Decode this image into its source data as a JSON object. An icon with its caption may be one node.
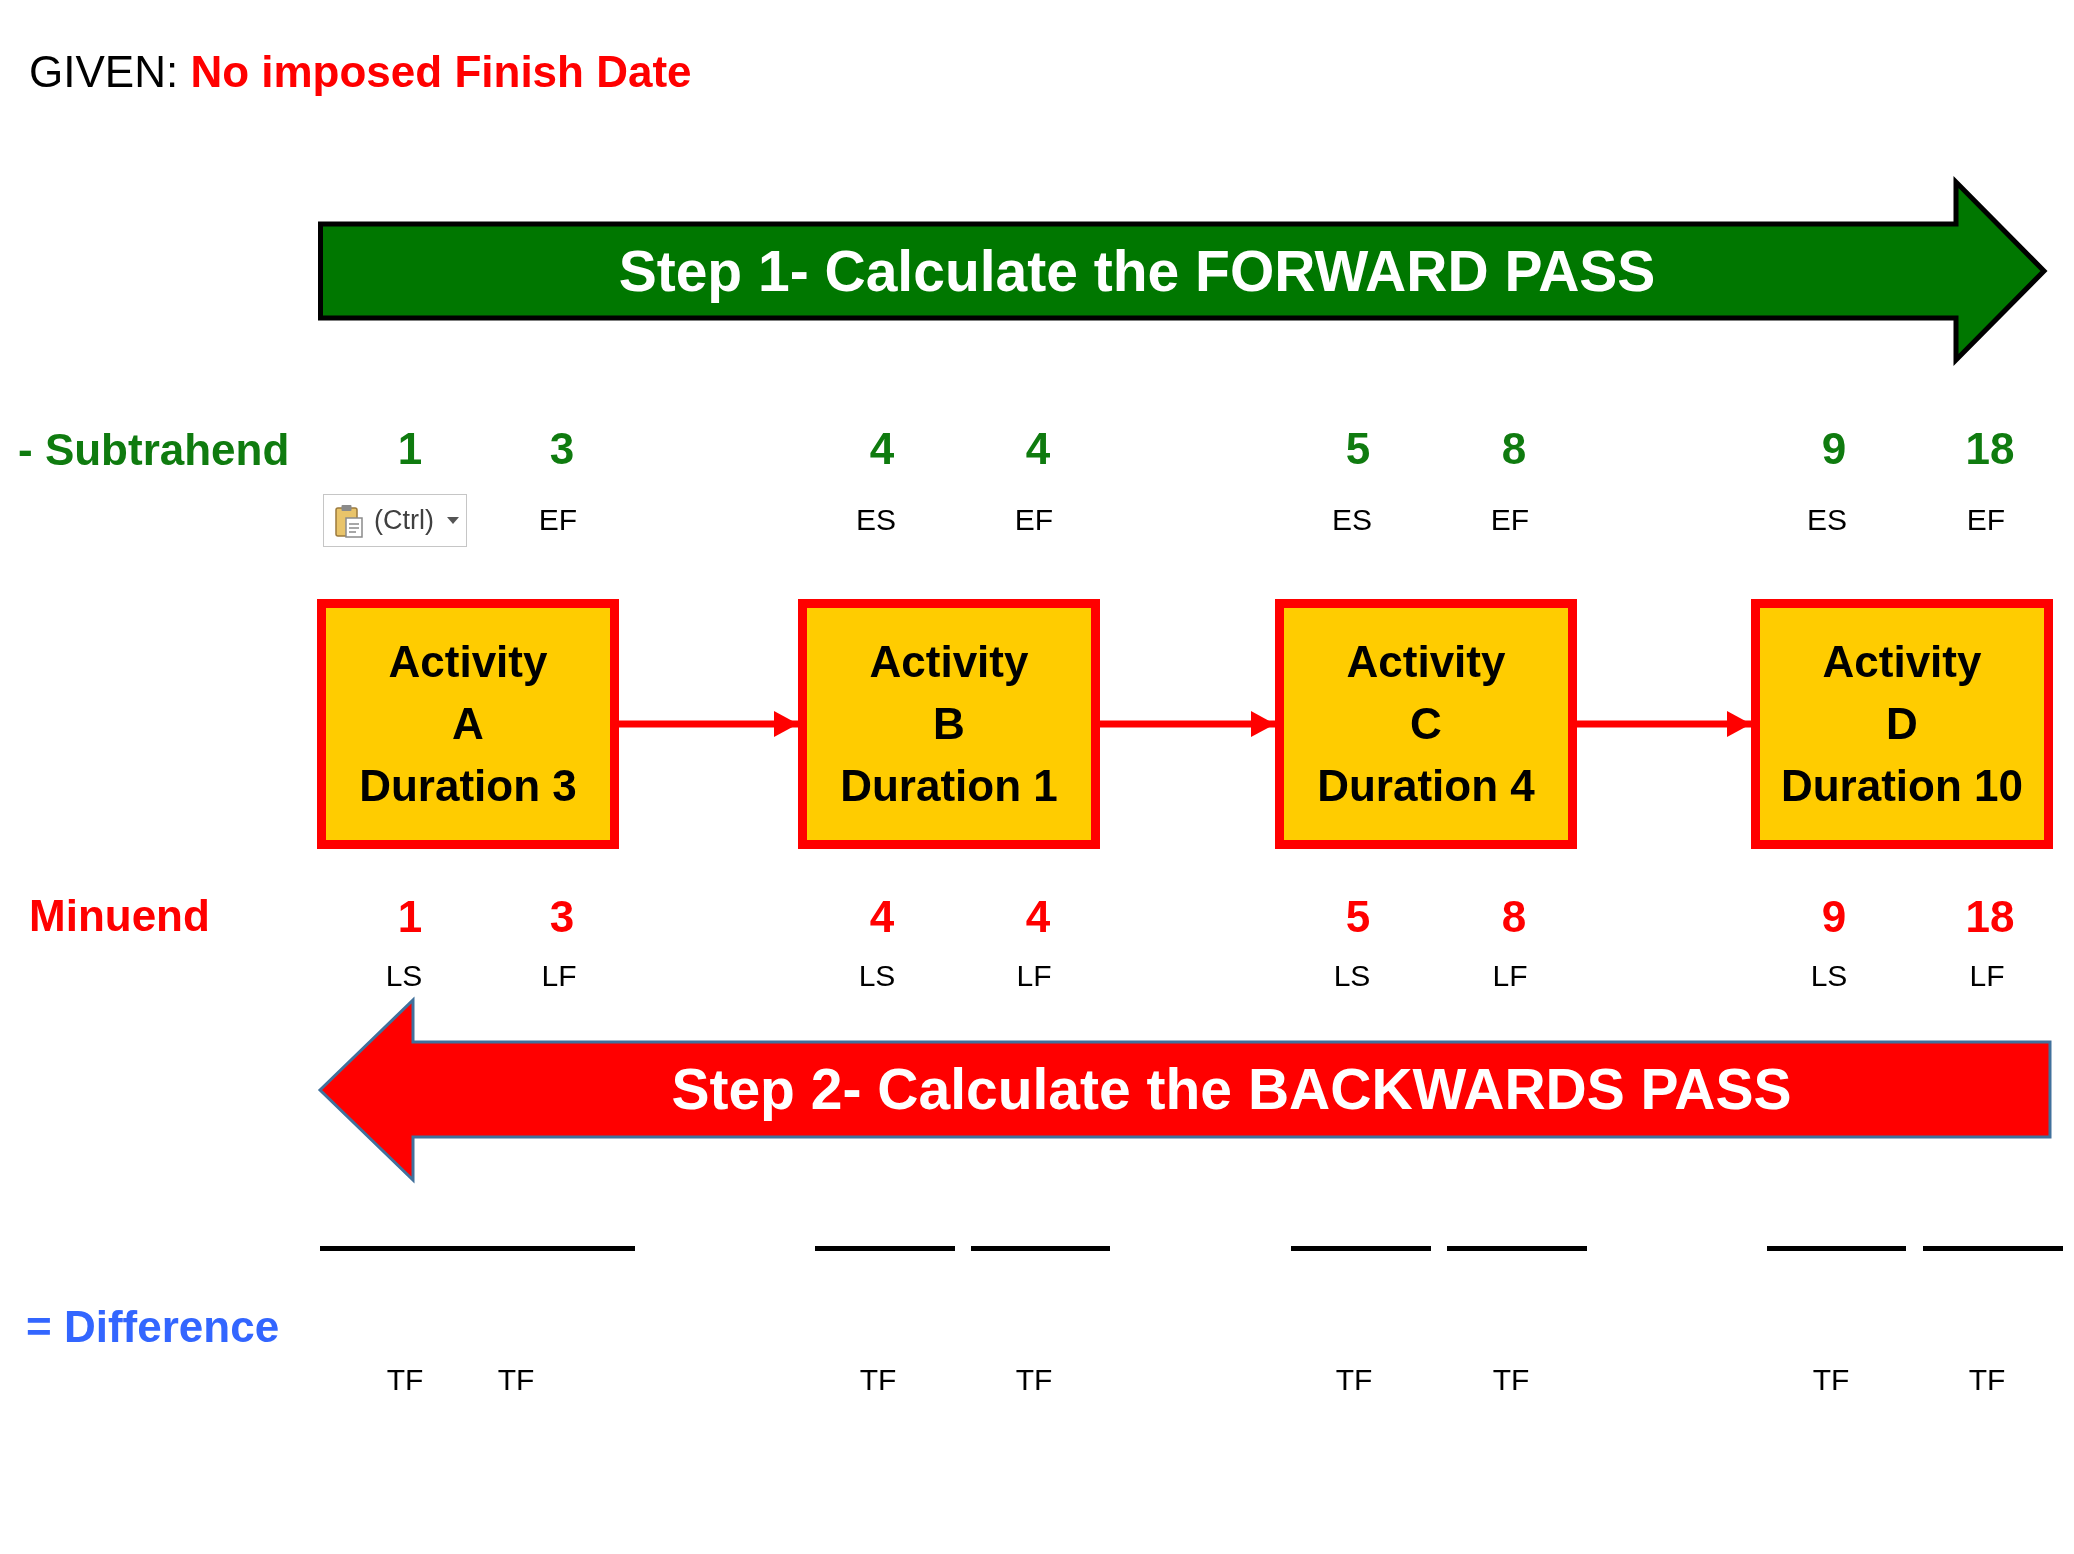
{
  "diagram": {
    "title": "GIVEN: **No imposed Finish Date**",
    "nodes": [
      {
        "text": [
          "Step 1- Calculate the FORWARD PASS"
        ]
      },
      {
        "text": [
          "Activity A",
          "Duration 3"
        ]
      },
      {
        "text": [
          "Activity B",
          "Duration 1"
        ]
      },
      {
        "text": [
          "Activity C",
          "Duration 4"
        ]
      },
      {
        "text": [
          "Activity D",
          "Duration 10"
        ]
      },
      {
        "text": [
          "Step 2- Calculate the BACKWARDS PASS"
        ]
      }
    ],
    "edges": [
      {
        "from": 1,
        "to": 2,
        "arrow": "to"
      },
      {
        "from": 2,
        "to": 3,
        "arrow": "to"
      },
      {
        "from": 3,
        "to": 4,
        "arrow": "to"
      }
    ],
    "labels": [
      "- Subtrahend",
      "1",
      "3",
      "4",
      "4",
      "5",
      "8",
      "9",
      "18",
      "(Ctrl)",
      "EF",
      "ES",
      "EF",
      "ES",
      "EF",
      "ES",
      "EF",
      "Minuend",
      "1",
      "3",
      "4",
      "4",
      "5",
      "8",
      "9",
      "18",
      "LS",
      "LF",
      "LS",
      "LF",
      "LS",
      "LF",
      "LS",
      "LF",
      "= Difference",
      "TF",
      "TF",
      "TF",
      "TF",
      "TF",
      "TF",
      "TF",
      "TF"
    ]
  }
}
